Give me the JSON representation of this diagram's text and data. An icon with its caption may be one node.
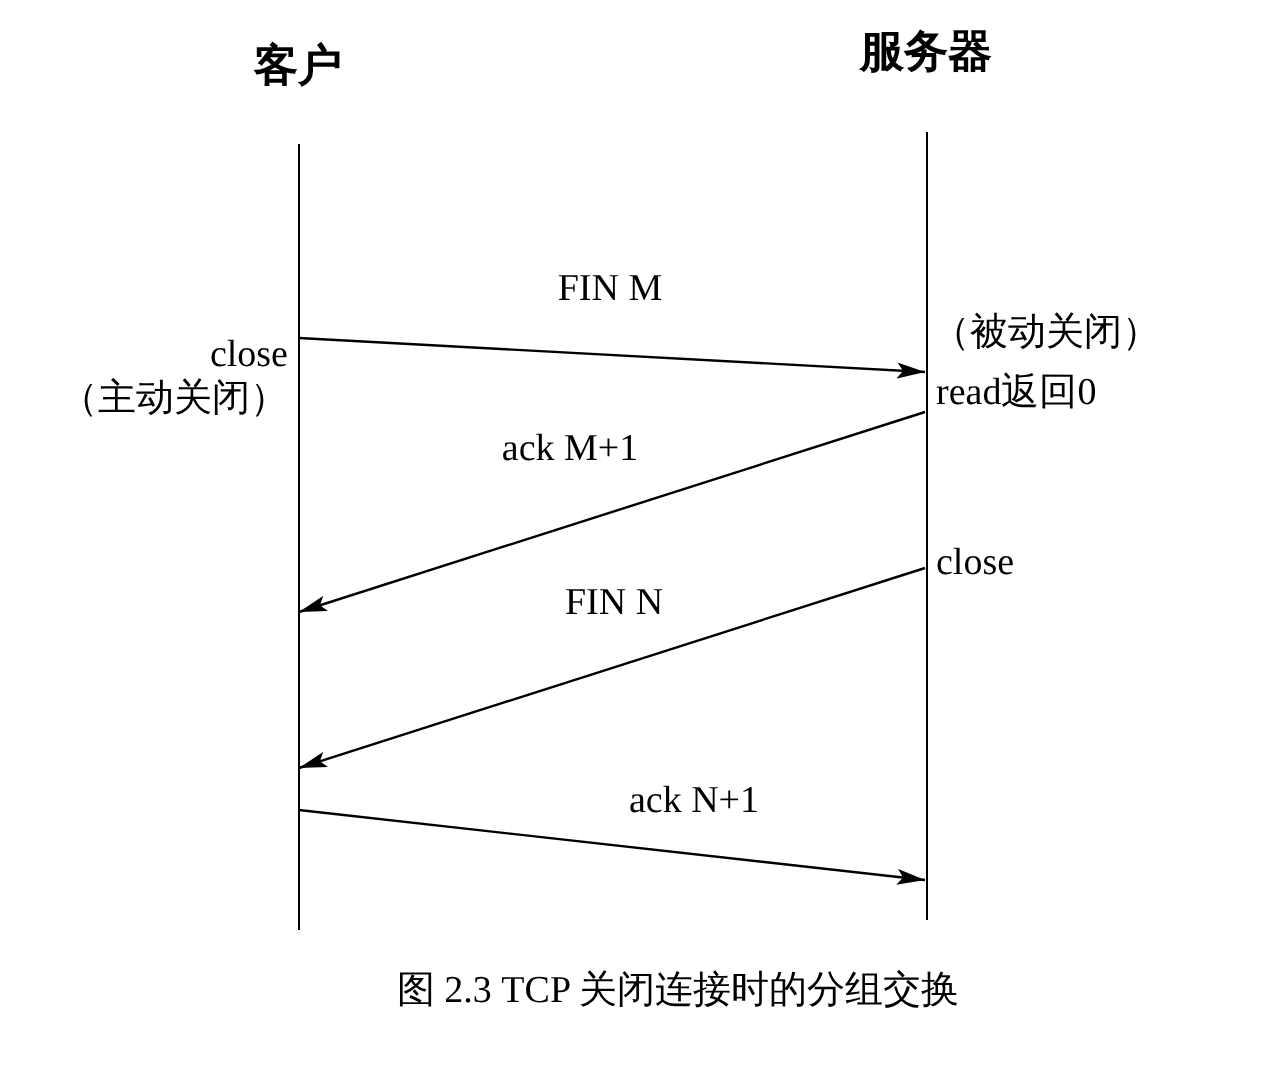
{
  "diagram": {
    "caption": "图 2.3 TCP 关闭连接时的分组交换",
    "nodes": [
      {
        "text": [
          "客户"
        ]
      },
      {
        "text": [
          "服务器"
        ]
      }
    ],
    "edges": [
      {
        "from": 0,
        "to": 1,
        "arrow": "to",
        "label": "FIN M"
      },
      {
        "from": 1,
        "to": 0,
        "arrow": "to",
        "label": "ack M+1"
      },
      {
        "from": 1,
        "to": 0,
        "arrow": "to",
        "label": "FIN N"
      },
      {
        "from": 0,
        "to": 1,
        "arrow": "to",
        "label": "ack N+1"
      }
    ],
    "labels": [
      "close",
      "（主动关闭）",
      "（被动关闭）",
      "read返回0",
      "close"
    ]
  }
}
